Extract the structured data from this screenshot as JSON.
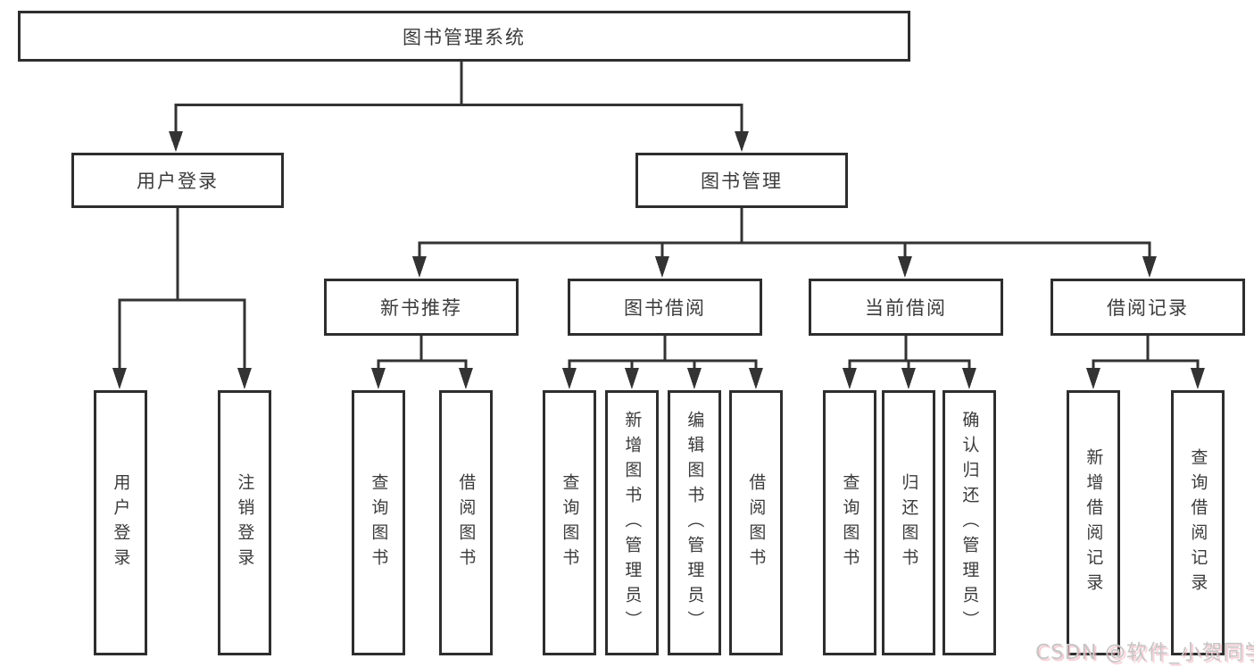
{
  "tree": {
    "root": {
      "label": "图书管理系统",
      "children": [
        {
          "label": "用户登录",
          "children": [
            {
              "label": "用户登录"
            },
            {
              "label": "注销登录"
            }
          ]
        },
        {
          "label": "图书管理",
          "children": [
            {
              "label": "新书推荐",
              "children": [
                {
                  "label": "查询图书"
                },
                {
                  "label": "借阅图书"
                }
              ]
            },
            {
              "label": "图书借阅",
              "children": [
                {
                  "label": "查询图书"
                },
                {
                  "label": "新增图书（管理员）"
                },
                {
                  "label": "编辑图书（管理员）"
                },
                {
                  "label": "借阅图书"
                }
              ]
            },
            {
              "label": "当前借阅",
              "children": [
                {
                  "label": "查询图书"
                },
                {
                  "label": "归还图书"
                },
                {
                  "label": "确认归还（管理员）"
                }
              ]
            },
            {
              "label": "借阅记录",
              "children": [
                {
                  "label": "新增借阅记录"
                },
                {
                  "label": "查询借阅记录"
                }
              ]
            }
          ]
        }
      ]
    }
  },
  "watermark": {
    "text": "CSDN @软件_小贺同学"
  },
  "colors": {
    "line": "#333333",
    "box_border": "#2e2e2e",
    "text": "#3b3b3b",
    "background": "#ffffff",
    "watermark_gray": "#c6c6c6",
    "watermark_pink": "#f2aebc"
  }
}
